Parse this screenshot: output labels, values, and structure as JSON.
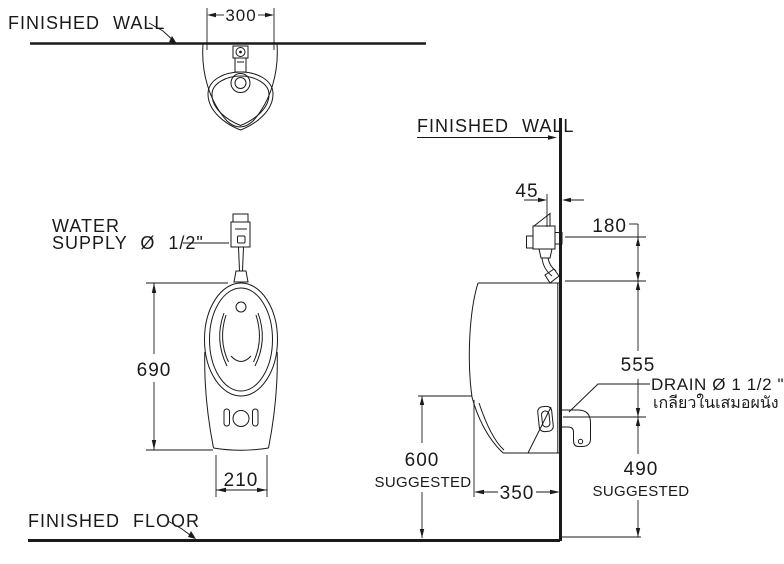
{
  "title": "Urinal installation dimension drawing",
  "colors": {
    "line": "#1a1a1a",
    "background": "#ffffff"
  },
  "views": {
    "top_view": {
      "wall_label": "FINISHED WALL",
      "dim_width": "300"
    },
    "front_view": {
      "water_supply_label_line1": "WATER",
      "water_supply_label_line2": "SUPPLY Ø 1/2\"",
      "dim_height": "690",
      "dim_outlet_width": "210",
      "floor_label": "FINISHED FLOOR"
    },
    "side_view": {
      "wall_label": "FINISHED WALL",
      "dim_valve_offset": "45",
      "dim_valve_to_rim": "180",
      "dim_rim_to_drain": "555",
      "dim_rim_height": "600",
      "dim_rim_height_note": "SUGGESTED",
      "dim_depth": "350",
      "dim_drain_height": "490",
      "dim_drain_height_note": "SUGGESTED",
      "drain_label_line1": "DRAIN Ø 1 1/2 \"",
      "drain_label_line2": "เกลียวในเสมอผนัง"
    }
  }
}
